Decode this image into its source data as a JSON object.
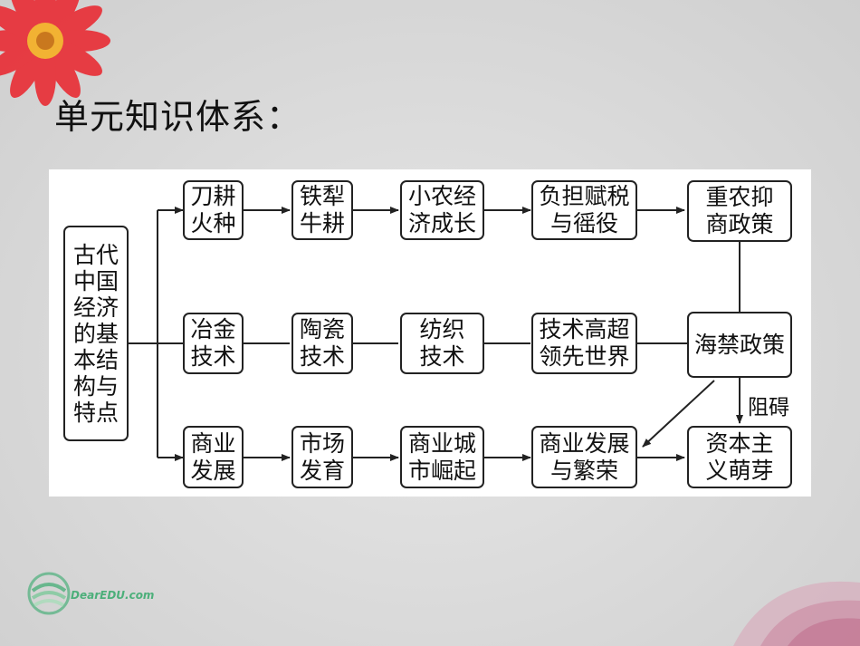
{
  "slide": {
    "title": "单元知识体系："
  },
  "logo": {
    "text": "DearEDU.com"
  },
  "diagram": {
    "root": "古代\n中国\n经济\n的基\n本结\n构与\n特点",
    "row_top": [
      "刀耕\n火种",
      "铁犁\n牛耕",
      "小农经\n济成长",
      "负担赋税\n与徭役",
      "重农抑\n商政策"
    ],
    "row_mid": [
      "冶金\n技术",
      "陶瓷\n技术",
      "纺织\n技术",
      "技术高超\n领先世界",
      "海禁政策"
    ],
    "row_bot": [
      "商业\n发展",
      "市场\n发育",
      "商业城\n市崛起",
      "商业发展\n与繁荣",
      "资本主\n义萌芽"
    ],
    "edge_label": "阻碍"
  },
  "colors": {
    "flower_petal": "#e8343c",
    "flower_center": "#f2b233",
    "logo_green": "#4caf7a"
  }
}
